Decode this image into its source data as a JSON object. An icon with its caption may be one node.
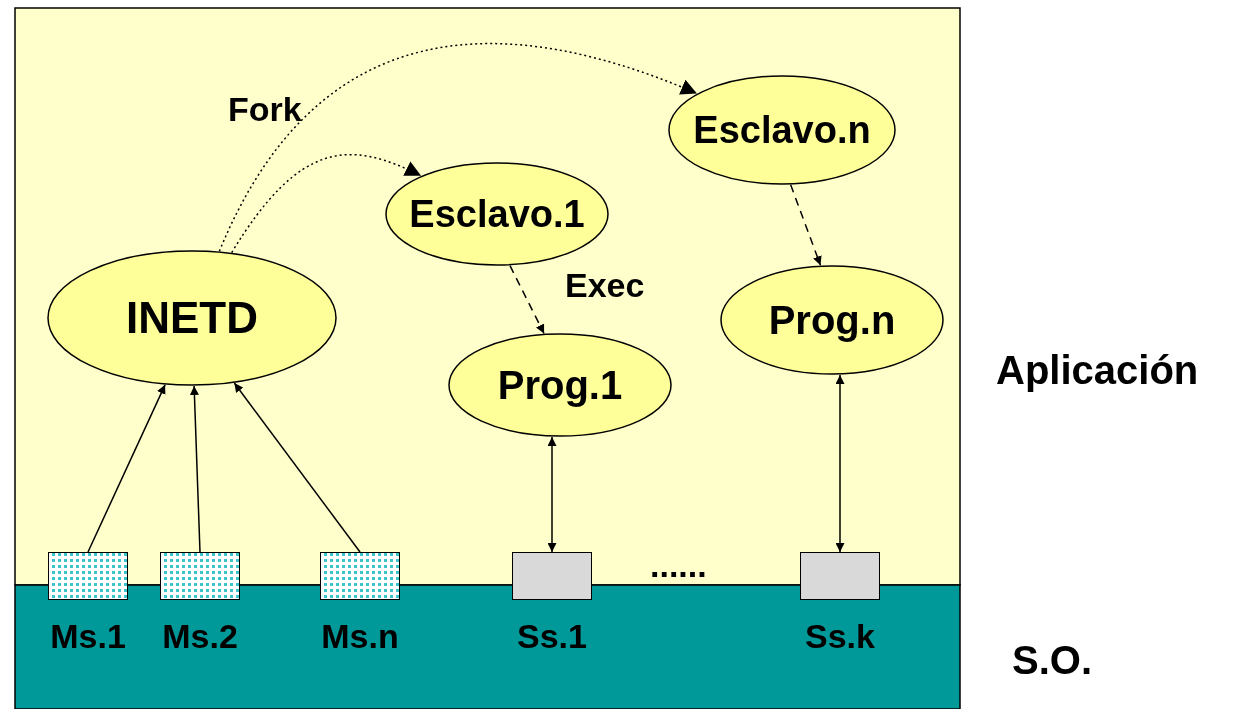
{
  "diagram": {
    "nodes": [
      {
        "text": [
          "INETD"
        ]
      },
      {
        "text": [
          "Esclavo.1"
        ]
      },
      {
        "text": [
          "Esclavo.n"
        ]
      },
      {
        "text": [
          "Prog.1"
        ]
      },
      {
        "text": [
          "Prog.n"
        ]
      },
      {
        "text": [
          "Ms.1"
        ]
      },
      {
        "text": [
          "Ms.2"
        ]
      },
      {
        "text": [
          "Ms.n"
        ]
      },
      {
        "text": [
          "Ss.1"
        ]
      },
      {
        "text": [
          "Ss.k"
        ]
      }
    ],
    "edges": [
      {
        "from": 0,
        "to": 1,
        "arrow": "to",
        "style": "dashed"
      },
      {
        "from": 0,
        "to": 2,
        "arrow": "to",
        "style": "dashed"
      },
      {
        "from": 1,
        "to": 3,
        "arrow": "to",
        "style": "dashed"
      },
      {
        "from": 2,
        "to": 4,
        "arrow": "to",
        "style": "dashed"
      },
      {
        "from": 5,
        "to": 0,
        "arrow": "to"
      },
      {
        "from": 6,
        "to": 0,
        "arrow": "to"
      },
      {
        "from": 7,
        "to": 0,
        "arrow": "to"
      },
      {
        "from": 3,
        "to": 8,
        "arrow": "both"
      },
      {
        "from": 4,
        "to": 9,
        "arrow": "both"
      }
    ],
    "labels": [
      "Fork",
      "Exec",
      "Aplicación",
      "......",
      "S.O."
    ]
  }
}
